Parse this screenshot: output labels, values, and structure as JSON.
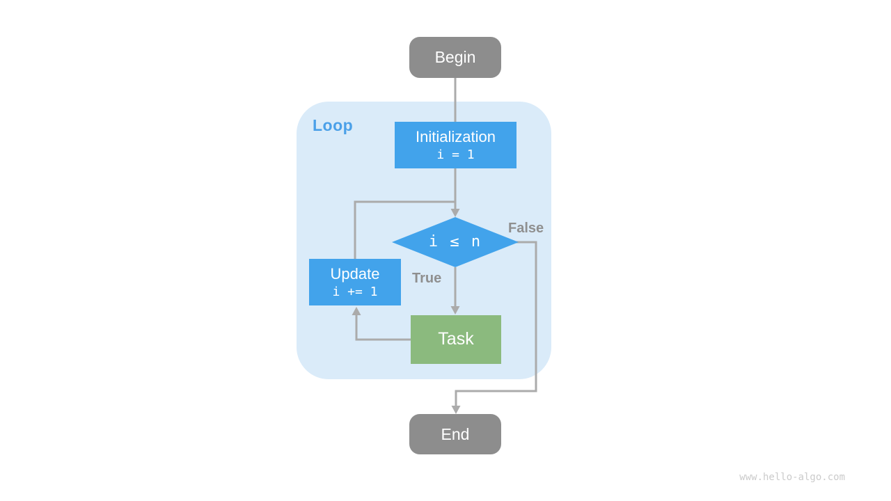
{
  "page": {
    "watermark": "www.hello-algo.com",
    "background": "#ffffff"
  },
  "colors": {
    "node_blue": "#42A3EB",
    "node_green": "#8BBA7E",
    "node_gray": "#8D8D8D",
    "loop_background": "#DAEBF9",
    "loop_label_blue": "#4BA0E8",
    "arrow_gray": "#ABABAB",
    "edge_label_gray": "#8F8F8F",
    "node_text_white": "#FFFFFF",
    "watermark_gray": "#CBCBCB"
  },
  "loop": {
    "label": "Loop"
  },
  "nodes": {
    "begin": {
      "label": "Begin"
    },
    "initialization": {
      "title": "Initialization",
      "code": "i = 1"
    },
    "condition": {
      "code": "i ≤ n"
    },
    "update": {
      "title": "Update",
      "code": "i += 1"
    },
    "task": {
      "label": "Task"
    },
    "end": {
      "label": "End"
    }
  },
  "edges": {
    "true_label": "True",
    "false_label": "False"
  }
}
